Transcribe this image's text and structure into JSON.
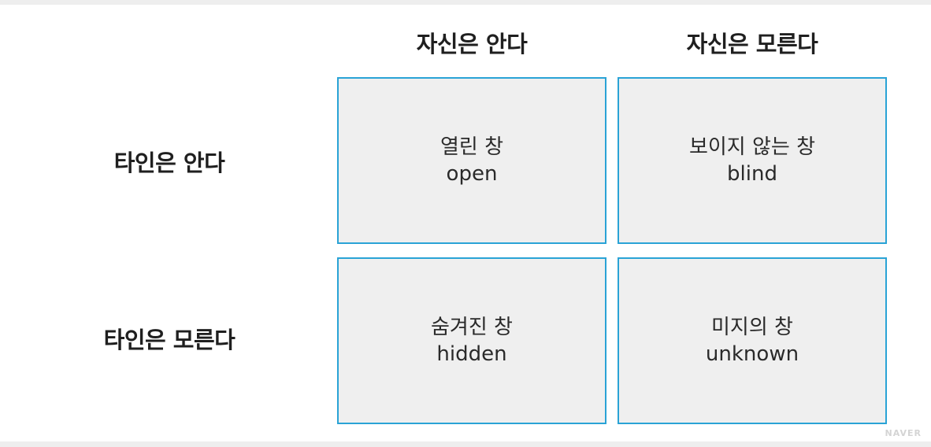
{
  "columns": [
    {
      "label": "자신은 안다"
    },
    {
      "label": "자신은 모른다"
    }
  ],
  "rows": [
    {
      "label": "타인은 안다"
    },
    {
      "label": "타인은 모른다"
    }
  ],
  "cells": [
    {
      "ko": "열린 창",
      "en": "open"
    },
    {
      "ko": "보이지 않는 창",
      "en": "blind"
    },
    {
      "ko": "숨겨진 창",
      "en": "hidden"
    },
    {
      "ko": "미지의 창",
      "en": "unknown"
    }
  ],
  "watermark": "NAVER",
  "colors": {
    "border": "#2aa3d6",
    "cell_fill": "#efefef"
  }
}
